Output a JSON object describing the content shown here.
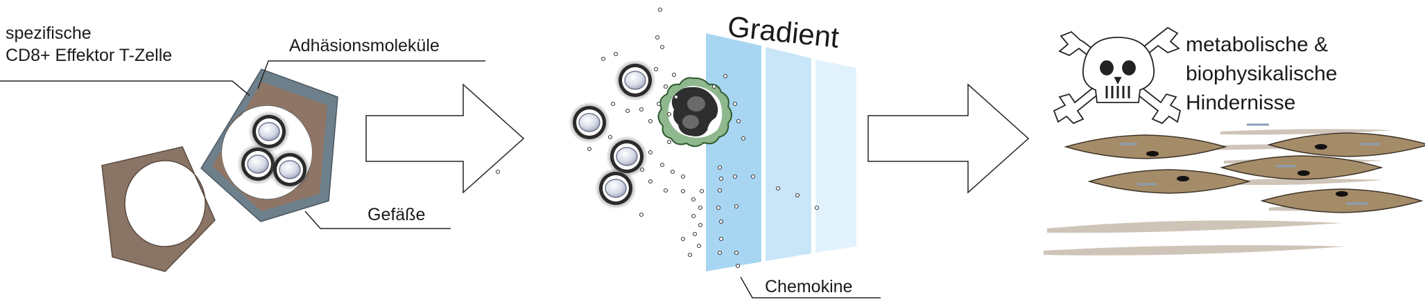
{
  "panel1": {
    "label_cell_line1": "spezifische",
    "label_cell_line2": "CD8+ Effektor T-Zelle",
    "label_adhesion": "Adhäsionsmoleküle",
    "label_vessels": "Gefäße"
  },
  "panel2": {
    "label_gradient": "Gradient",
    "label_chemokines": "Chemokine"
  },
  "panel3": {
    "label_line1": "metabolische &",
    "label_line2": "biophysikalische",
    "label_line3": "Hindernisse"
  },
  "colors": {
    "vessel_brown": "#8a7466",
    "vessel_blue_gray": "#6e808c",
    "gradient_dark": "#a8d6f2",
    "gradient_mid": "#c8e6f8",
    "gradient_light": "#e2f2fc",
    "macrophage_green": "#8fb88f",
    "fibroblast_tan": "#a58c68",
    "fiber_gray": "#cfc4b8"
  },
  "icons": [
    "arrow-right-icon",
    "skull-crossbones-icon",
    "t-cell-icon",
    "macrophage-icon",
    "fibroblast-icon"
  ]
}
